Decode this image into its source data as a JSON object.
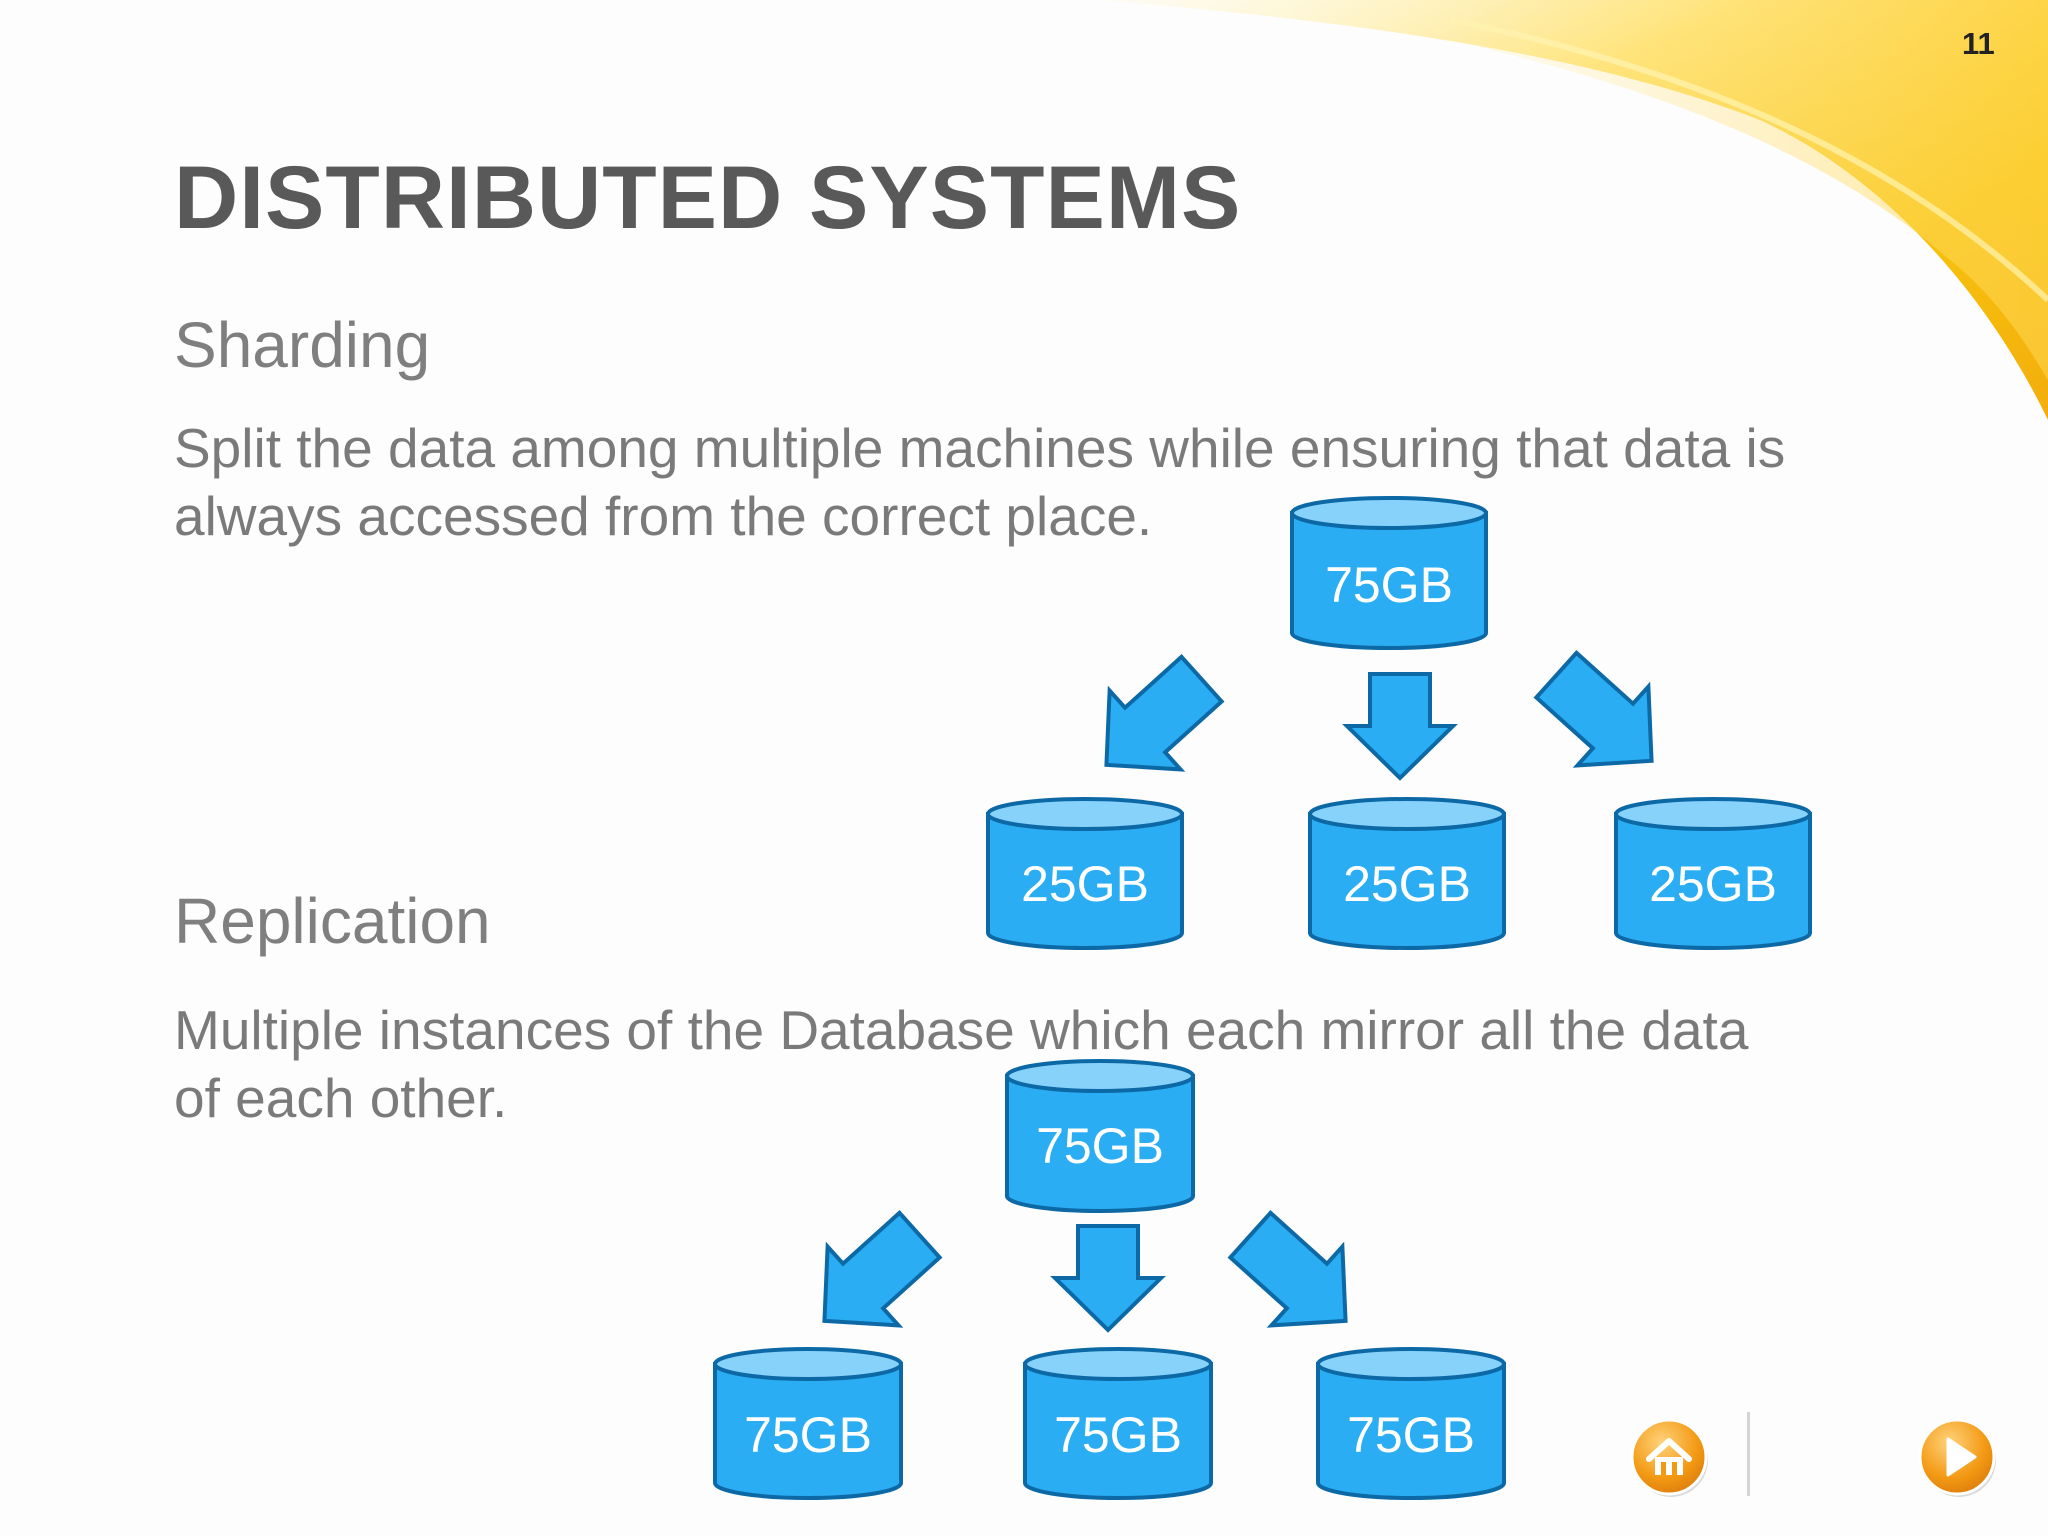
{
  "slide": {
    "number": "11",
    "title": "DISTRIBUTED SYSTEMS",
    "sections": {
      "sharding": {
        "heading": "Sharding",
        "lines": [
          "Split the data among multiple machines while ensuring that data is",
          "always accessed from the correct place."
        ]
      },
      "replication": {
        "heading": "Replication",
        "lines": [
          "Multiple instances of the Database which each mirror all the data",
          "of each other."
        ]
      }
    }
  },
  "diagrams": {
    "sharding": {
      "source": "75GB",
      "targets": [
        "25GB",
        "25GB",
        "25GB"
      ]
    },
    "replication": {
      "source": "75GB",
      "targets": [
        "75GB",
        "75GB",
        "75GB"
      ]
    }
  },
  "colors": {
    "accent_yellow": "#f8c400",
    "database_fill": "#2aadf2",
    "database_top": "#87d2fa",
    "database_stroke": "#0c69a6",
    "nav_button": "#f39a14"
  },
  "navigation": {
    "home_icon": "home-icon",
    "next_icon": "play-triangle-icon"
  }
}
